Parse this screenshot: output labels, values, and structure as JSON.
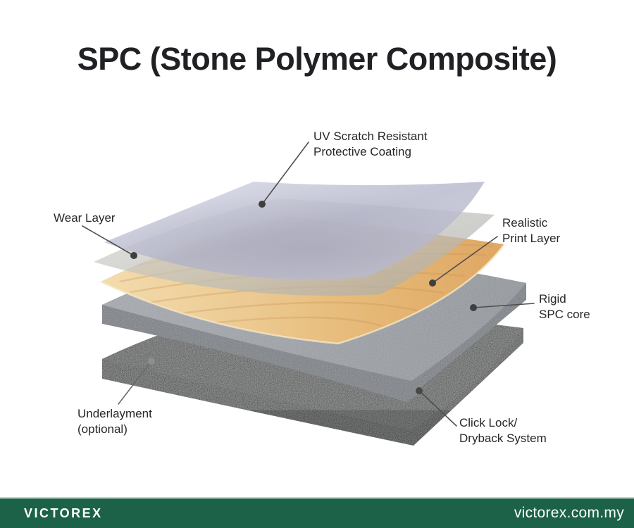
{
  "title": "SPC (Stone Polymer Composite)",
  "labels": {
    "uv": {
      "line1": "UV Scratch Resistant",
      "line2": "Protective Coating"
    },
    "wear": {
      "line1": "Wear Layer"
    },
    "print": {
      "line1": "Realistic",
      "line2": "Print Layer"
    },
    "core": {
      "line1": "Rigid",
      "line2": "SPC core"
    },
    "underlayment": {
      "line1": "Underlayment",
      "line2": "(optional)"
    },
    "clicklock": {
      "line1": "Click Lock/",
      "line2": "Dryback System"
    }
  },
  "diagram": {
    "layers": [
      {
        "name": "UV Scratch Resistant Protective Coating",
        "color": "#c3c4d6"
      },
      {
        "name": "Wear Layer",
        "color": "#c2c2bf"
      },
      {
        "name": "Realistic Print Layer",
        "color": "#e9be7f"
      },
      {
        "name": "Rigid SPC core",
        "color": "#8e939a"
      },
      {
        "name": "Underlayment (optional)",
        "color": "#2e3032"
      },
      {
        "name": "Click Lock / Dryback System",
        "color": "#6b7077"
      }
    ],
    "leader_line_color": "#4e4e4e"
  },
  "footer": {
    "brand": "VICTOREX",
    "website": "victorex.com.my",
    "bar_color": "#1b6249"
  }
}
